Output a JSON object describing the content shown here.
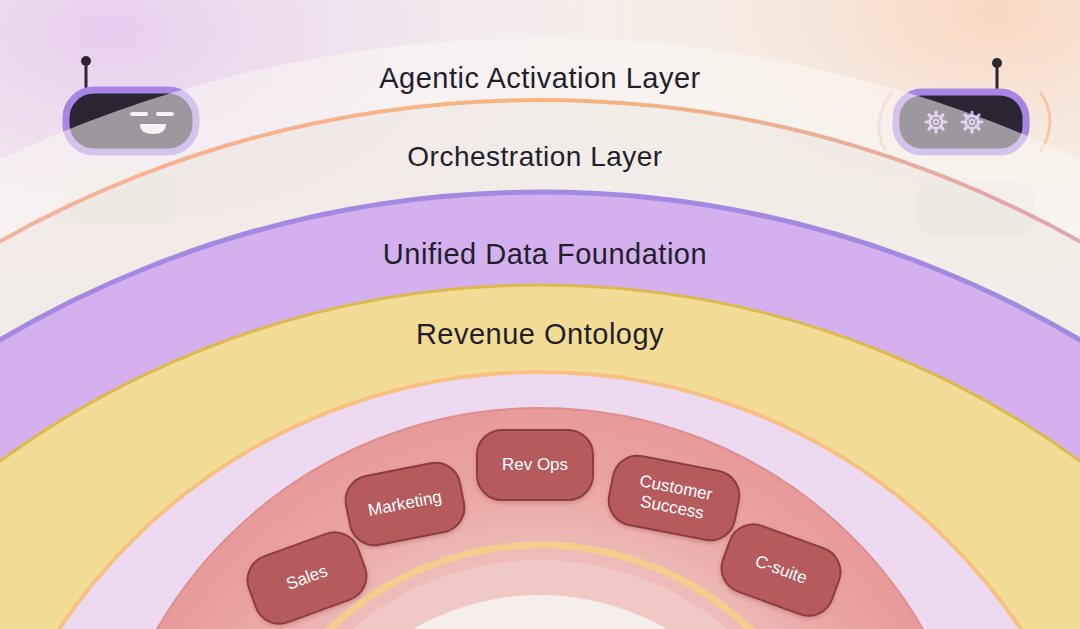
{
  "diagram": {
    "nodes": [
      {
        "text": [
          "Agentic Activation Layer"
        ]
      },
      {
        "text": [
          "Orchestration Layer"
        ]
      },
      {
        "text": [
          "Unified Data Foundation"
        ]
      },
      {
        "text": [
          "Revenue Ontology"
        ]
      },
      {
        "text": [
          "Sales"
        ]
      },
      {
        "text": [
          "Marketing"
        ]
      },
      {
        "text": [
          "Rev Ops"
        ]
      },
      {
        "text": [
          "Customer Success"
        ]
      },
      {
        "text": [
          "C-suite"
        ]
      }
    ]
  }
}
